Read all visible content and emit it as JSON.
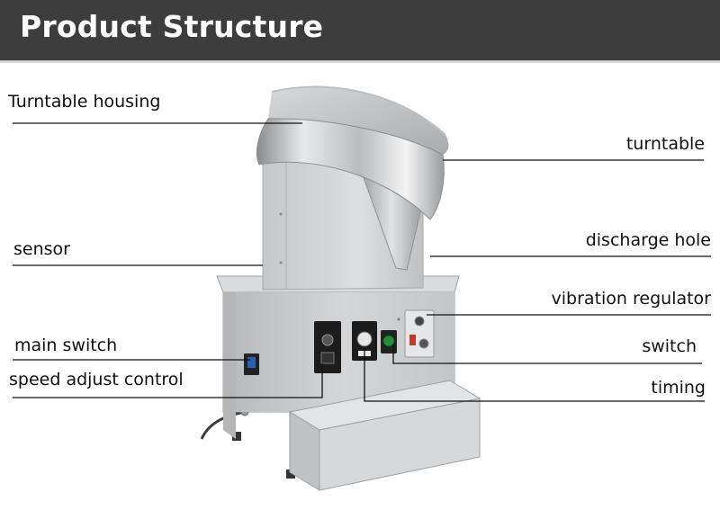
{
  "header": {
    "title": "Product Structure"
  },
  "labels": {
    "turntable_housing": "Turntable housing",
    "turntable": "turntable",
    "sensor": "sensor",
    "discharge_hole": "discharge hole",
    "vibration_regulator": "vibration regulator",
    "main_switch": "main switch",
    "switch": "switch",
    "speed_adjust_control": "speed adjust control",
    "timing": "timing"
  },
  "colors": {
    "header_bg": "#3d3d3d",
    "header_text": "#ffffff",
    "line": "#111111",
    "steel": "#c9cbcd"
  }
}
